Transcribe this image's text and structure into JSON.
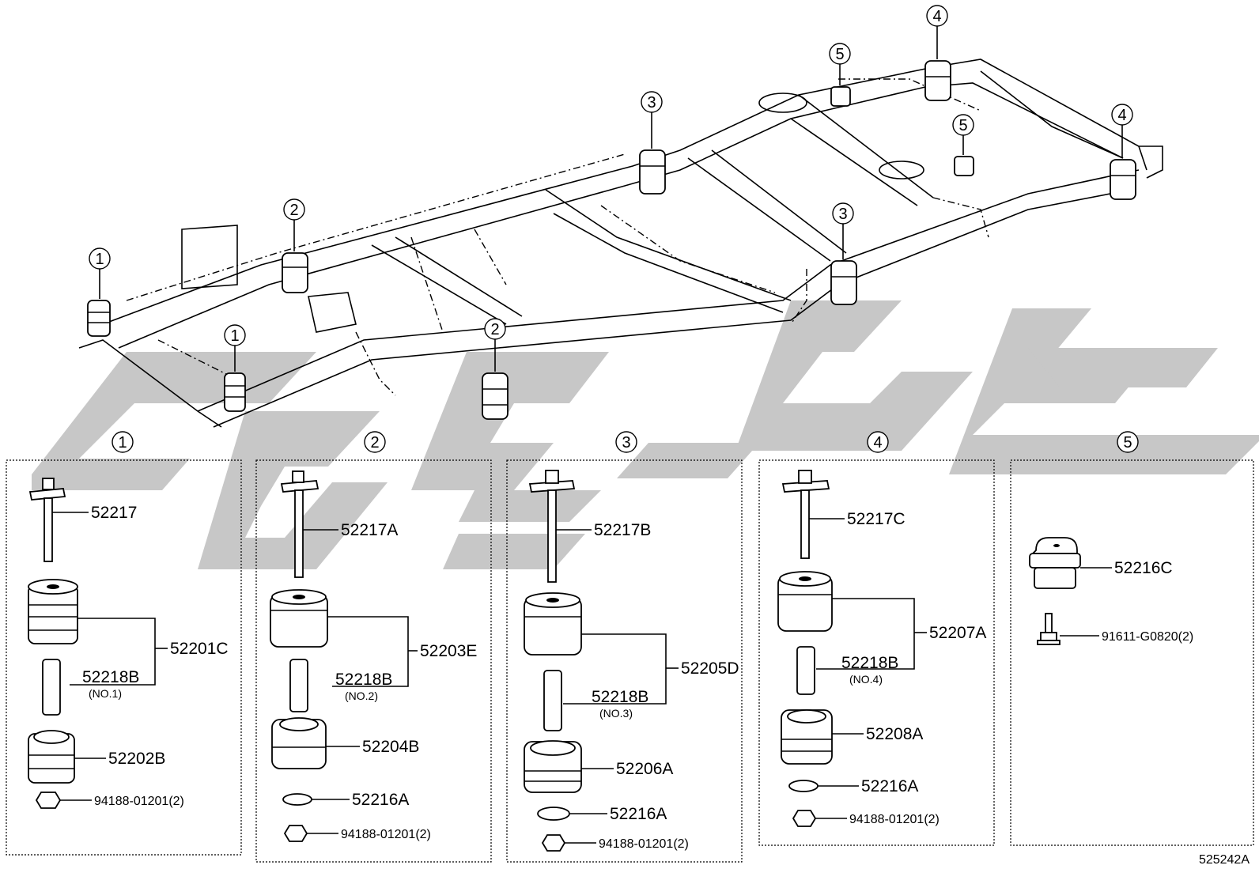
{
  "diagram_id": "525242A",
  "groups": [
    {
      "id": "1",
      "parts": [
        {
          "number": "52217",
          "qty": ""
        },
        {
          "number": "52201C",
          "qty": ""
        },
        {
          "number": "52218B",
          "qty": "(NO.1)"
        },
        {
          "number": "52202B",
          "qty": ""
        },
        {
          "number": "94188-01201(2)",
          "qty": ""
        }
      ]
    },
    {
      "id": "2",
      "parts": [
        {
          "number": "52217A",
          "qty": ""
        },
        {
          "number": "52203E",
          "qty": ""
        },
        {
          "number": "52218B",
          "qty": "(NO.2)"
        },
        {
          "number": "52204B",
          "qty": ""
        },
        {
          "number": "52216A",
          "qty": ""
        },
        {
          "number": "94188-01201(2)",
          "qty": ""
        }
      ]
    },
    {
      "id": "3",
      "parts": [
        {
          "number": "52217B",
          "qty": ""
        },
        {
          "number": "52205D",
          "qty": ""
        },
        {
          "number": "52218B",
          "qty": "(NO.3)"
        },
        {
          "number": "52206A",
          "qty": ""
        },
        {
          "number": "52216A",
          "qty": ""
        },
        {
          "number": "94188-01201(2)",
          "qty": ""
        }
      ]
    },
    {
      "id": "4",
      "parts": [
        {
          "number": "52217C",
          "qty": ""
        },
        {
          "number": "52207A",
          "qty": ""
        },
        {
          "number": "52218B",
          "qty": "(NO.4)"
        },
        {
          "number": "52208A",
          "qty": ""
        },
        {
          "number": "52216A",
          "qty": ""
        },
        {
          "number": "94188-01201(2)",
          "qty": ""
        }
      ]
    },
    {
      "id": "5",
      "parts": [
        {
          "number": "52216C",
          "qty": ""
        },
        {
          "number": "91611-G0820(2)",
          "qty": ""
        }
      ]
    }
  ],
  "frame_callouts": [
    "1",
    "1",
    "2",
    "2",
    "3",
    "3",
    "4",
    "4",
    "5",
    "5"
  ]
}
